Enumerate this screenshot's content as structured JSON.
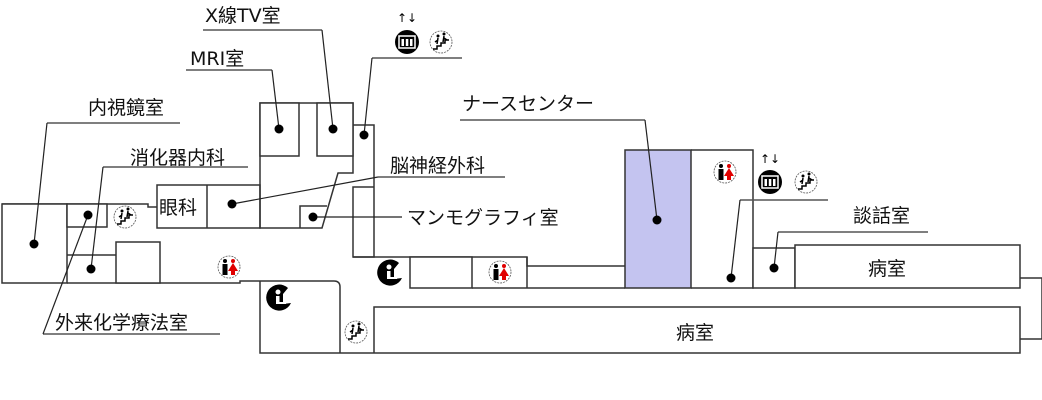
{
  "labels": {
    "endoscopy": "内視鏡室",
    "gastro": "消化器内科",
    "chemo": "外来化学療法室",
    "mri": "MRI室",
    "xray": "X線TV室",
    "ophthalmology": "眼科",
    "neurosurgery": "脳神経外科",
    "mammography": "マンモグラフィ室",
    "nurse_station": "ナースセンター",
    "lounge": "談話室",
    "ward_upper": "病室",
    "ward_lower": "病室"
  },
  "elevator_arrows": "↑↓",
  "colors": {
    "nurse_station": "#c4c4f0",
    "female": "#e00000"
  }
}
